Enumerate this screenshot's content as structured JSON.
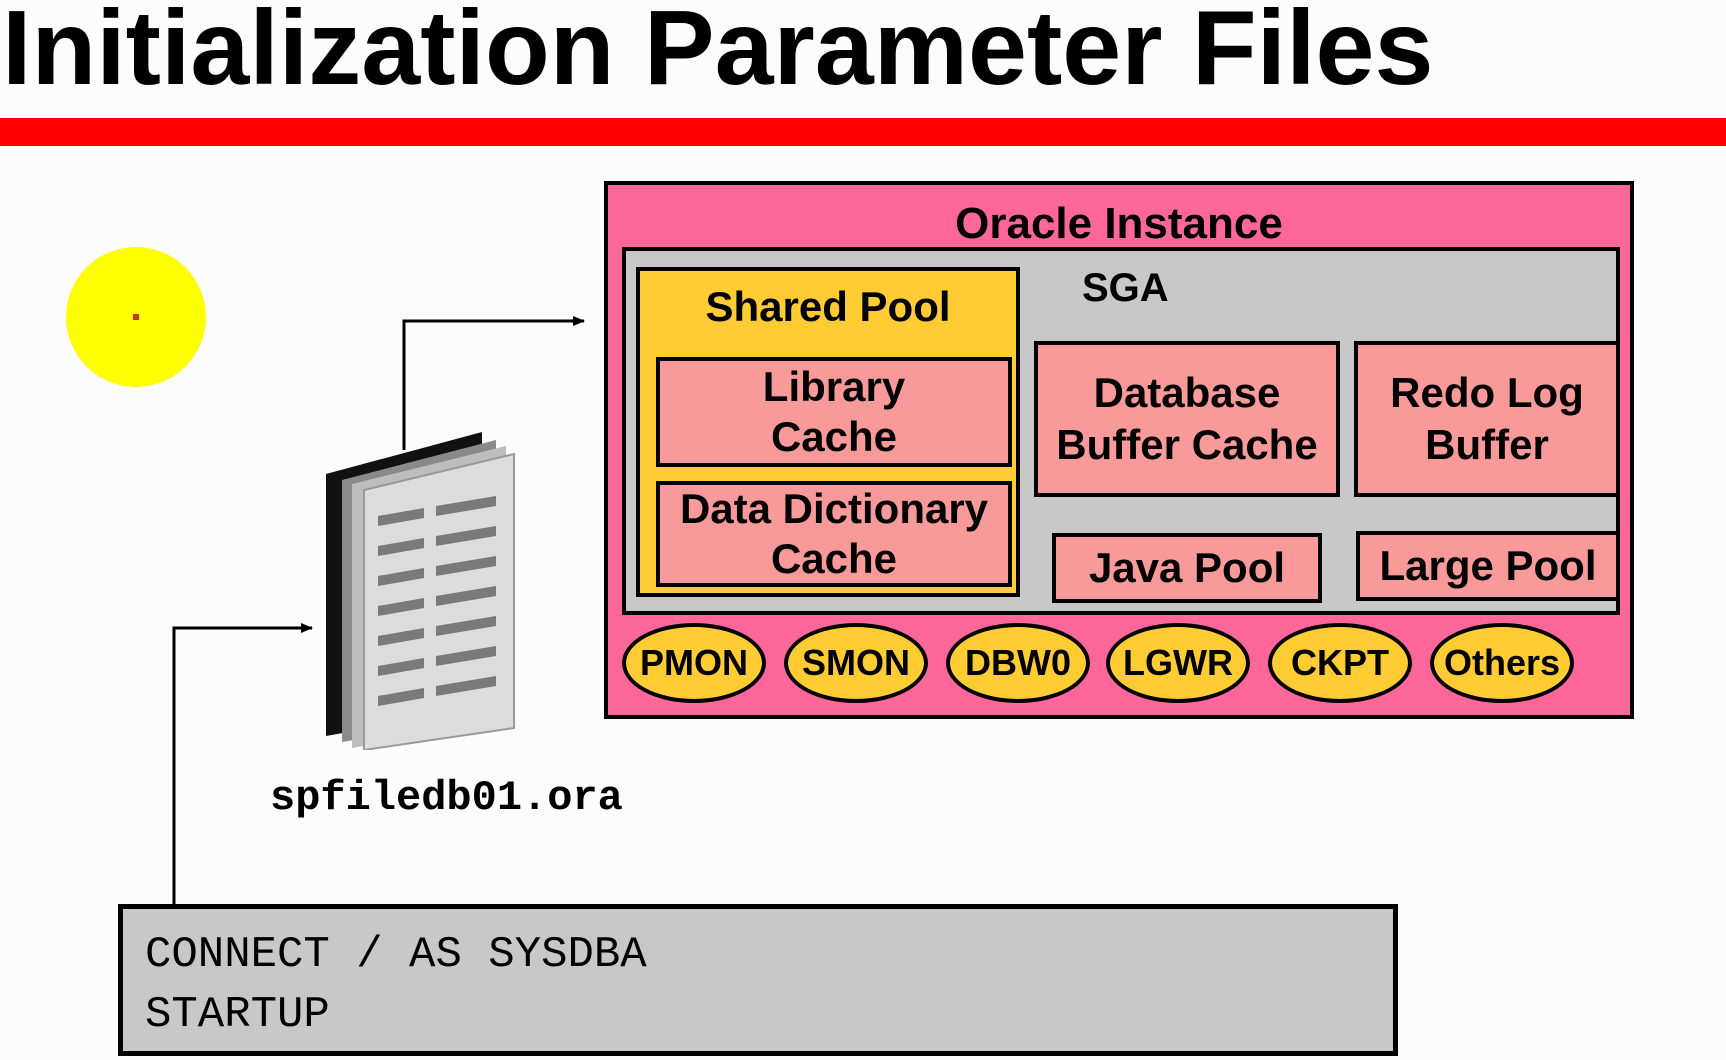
{
  "title": "Initialization Parameter Files",
  "instance": {
    "label": "Oracle Instance",
    "sga": {
      "label": "SGA",
      "shared_pool": {
        "label": "Shared Pool",
        "library_cache": "Library\nCache",
        "data_dictionary_cache": "Data Dictionary\nCache"
      },
      "database_buffer_cache": "Database\nBuffer Cache",
      "redo_log_buffer": "Redo Log\nBuffer",
      "java_pool": "Java Pool",
      "large_pool": "Large Pool"
    },
    "processes": [
      "PMON",
      "SMON",
      "DBW0",
      "LGWR",
      "CKPT",
      "Others"
    ]
  },
  "file": {
    "name": "spfiledb01.ora",
    "icon": "document-stack-icon"
  },
  "command": {
    "line1": "CONNECT / AS SYSDBA",
    "line2": "STARTUP"
  },
  "colors": {
    "title_bar": "#ff0000",
    "instance": "#ff6699",
    "sga": "#c8c8c8",
    "shared_pool": "#ffcc33",
    "memory_box": "#f99a9a",
    "process": "#ffcc33",
    "pointer": "#ffff00"
  }
}
